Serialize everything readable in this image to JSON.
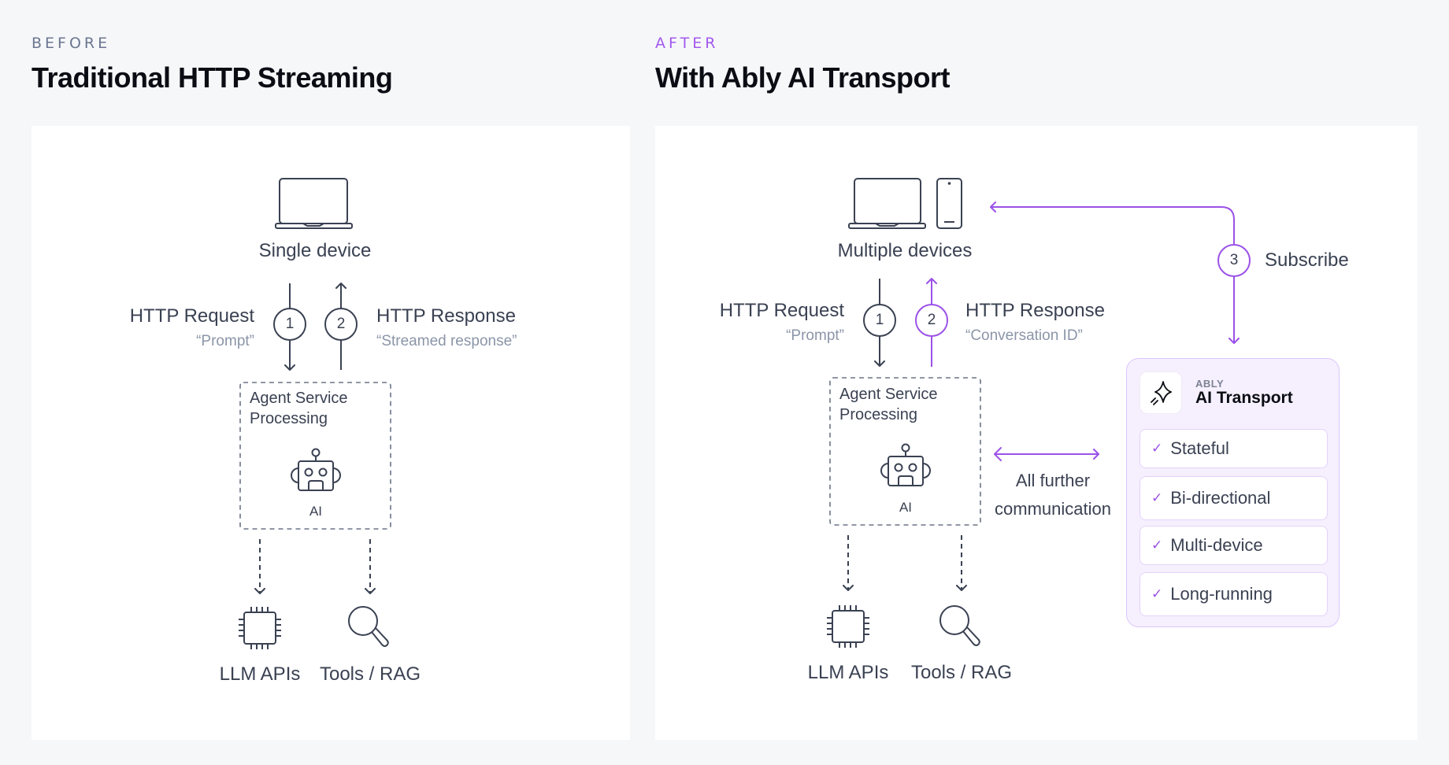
{
  "before": {
    "eyebrow": "BEFORE",
    "title": "Traditional HTTP Streaming",
    "device_label": "Single device",
    "request": {
      "step": "1",
      "label": "HTTP Request",
      "payload": "“Prompt”"
    },
    "response": {
      "step": "2",
      "label": "HTTP Response",
      "payload": "“Streamed response”"
    },
    "agent_box": {
      "line1": "Agent Service",
      "line2": "Processing",
      "ai_label": "AI"
    },
    "deps": [
      {
        "label": "LLM APIs",
        "icon": "chip-icon"
      },
      {
        "label": "Tools / RAG",
        "icon": "magnifier-icon"
      }
    ]
  },
  "after": {
    "eyebrow": "AFTER",
    "title": "With Ably AI Transport",
    "device_label": "Multiple devices",
    "request": {
      "step": "1",
      "label": "HTTP Request",
      "payload": "“Prompt”"
    },
    "response": {
      "step": "2",
      "label": "HTTP Response",
      "payload": "“Conversation ID”"
    },
    "subscribe": {
      "step": "3",
      "label": "Subscribe"
    },
    "agent_box": {
      "line1": "Agent Service",
      "line2": "Processing",
      "ai_label": "AI"
    },
    "further": {
      "line1": "All further",
      "line2": "communication"
    },
    "deps": [
      {
        "label": "LLM APIs",
        "icon": "chip-icon"
      },
      {
        "label": "Tools / RAG",
        "icon": "magnifier-icon"
      }
    ],
    "transport_card": {
      "brand": "ABLY",
      "product": "AI Transport",
      "features": [
        "Stateful",
        "Bi-directional",
        "Multi-device",
        "Long-running"
      ],
      "check_glyph": "✓"
    }
  },
  "colors": {
    "accent": "#9b51e8",
    "ink": "#3a4152",
    "muted": "#8b95a8",
    "title": "#0b0d14"
  }
}
